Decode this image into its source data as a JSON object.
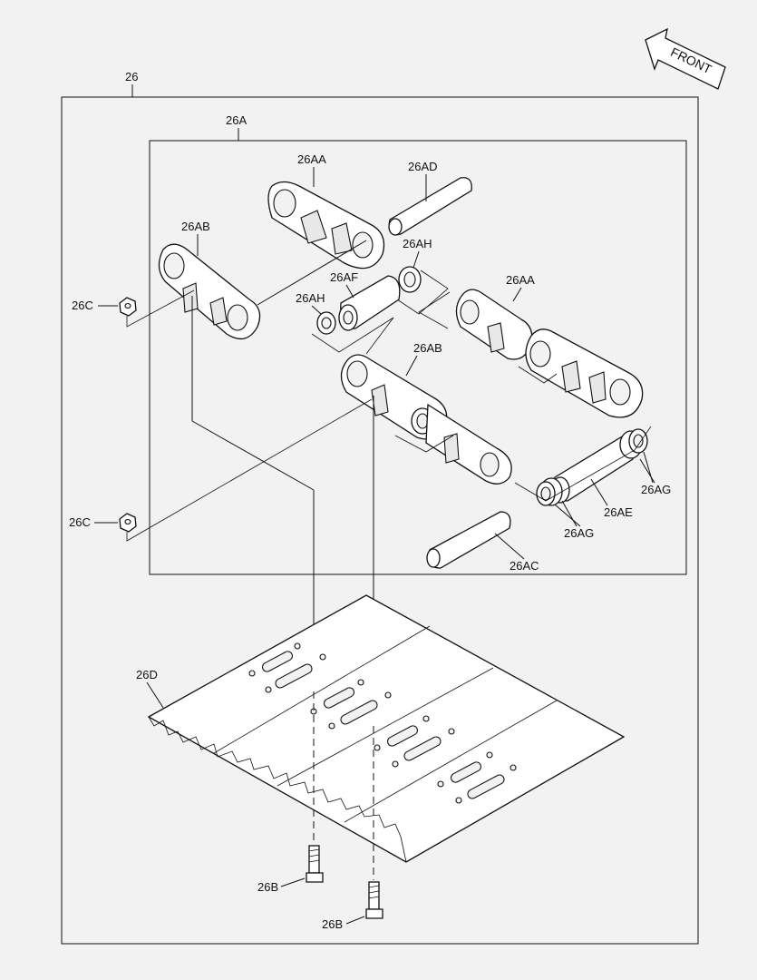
{
  "front_arrow": {
    "label": "FRONT"
  },
  "callouts": {
    "c26": "26",
    "c26A": "26A",
    "c26AA_top": "26AA",
    "c26AD": "26AD",
    "c26AB_left": "26AB",
    "c26AH_top": "26AH",
    "c26AF": "26AF",
    "c26AH_left": "26AH",
    "c26AA_right": "26AA",
    "c26AB_mid": "26AB",
    "c26C_top": "26C",
    "c26C_bottom": "26C",
    "c26AG_right": "26AG",
    "c26AE": "26AE",
    "c26AG_bottom": "26AG",
    "c26AC": "26AC",
    "c26D": "26D",
    "c26B_left": "26B",
    "c26B_right": "26B"
  }
}
